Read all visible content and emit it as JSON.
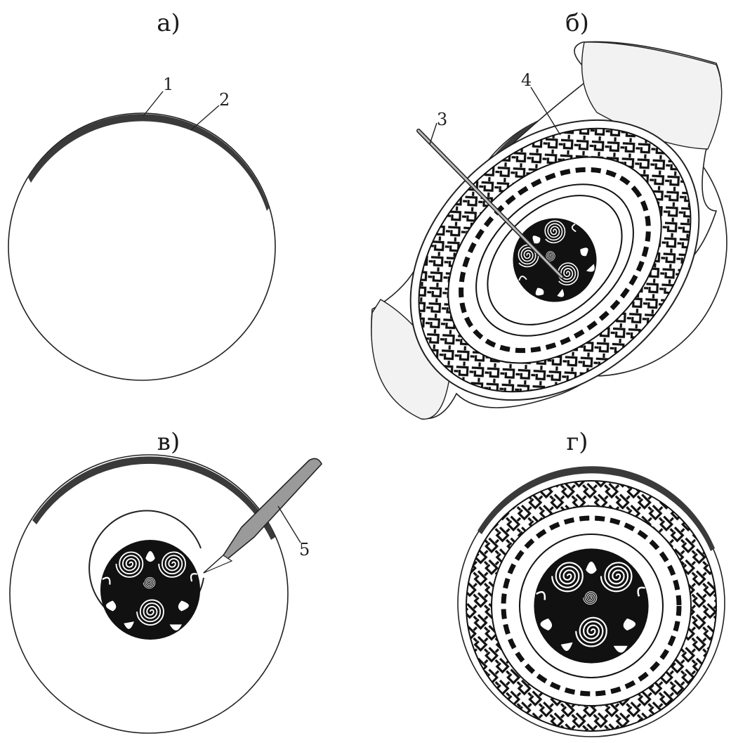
{
  "panels": {
    "a": {
      "label": "а)"
    },
    "b": {
      "label": "б)"
    },
    "v": {
      "label": "в)"
    },
    "g": {
      "label": "г)"
    }
  },
  "callouts": {
    "n1": "1",
    "n2": "2",
    "n3": "3",
    "n4": "4",
    "n5": "5"
  },
  "colors": {
    "ink": "#1a1a1a",
    "rim": "#3a3a3a",
    "tool": "#9a9a9a",
    "paper": "#ffffff",
    "tape": "#f2f2f2"
  }
}
